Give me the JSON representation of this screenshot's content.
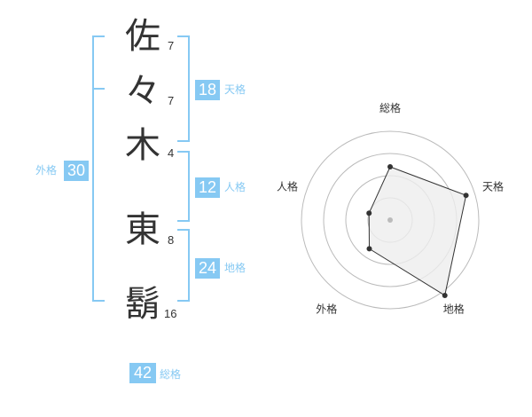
{
  "name": {
    "chars": [
      {
        "char": "佐",
        "strokes": "7"
      },
      {
        "char": "々",
        "strokes": "7"
      },
      {
        "char": "木",
        "strokes": "4"
      },
      {
        "char": "東",
        "strokes": "8"
      },
      {
        "char": "鬍",
        "strokes": "16"
      }
    ]
  },
  "fortunes": {
    "tenkaku": {
      "label": "天格",
      "value": "18"
    },
    "jinkaku": {
      "label": "人格",
      "value": "12"
    },
    "chikaku": {
      "label": "地格",
      "value": "24"
    },
    "gaikaku": {
      "label": "外格",
      "value": "30"
    },
    "soukaku": {
      "label": "総格",
      "value": "42"
    }
  },
  "chart_data": {
    "type": "radar",
    "axes": [
      "総格",
      "天格",
      "地格",
      "外格",
      "人格"
    ],
    "rings": 4,
    "max": 4,
    "values": [
      2.4,
      3.6,
      4.2,
      1.6,
      1.0
    ],
    "line_color": "#333333",
    "fill_color": "#eeeeee",
    "ring_color": "#bbbbbb",
    "center_color": "#bbbbbb"
  }
}
